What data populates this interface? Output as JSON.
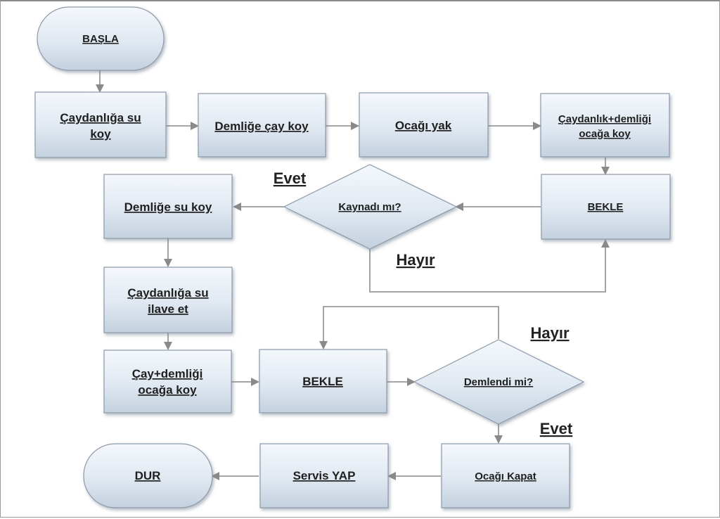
{
  "nodes": {
    "start": "BAŞLA",
    "kettle_water": [
      "Çaydanlığa su",
      "koy"
    ],
    "teapot_tea": "Demliğe çay koy",
    "light_stove": "Ocağı yak",
    "kettle_teapot_stove": [
      "Çaydanlık+demliği",
      "ocağa koy"
    ],
    "wait1": "BEKLE",
    "boiled_q": "Kaynadı mı?",
    "teapot_water": "Demliğe su koy",
    "add_water": [
      "Çaydanlığa su",
      "ilave et"
    ],
    "tea_teapot_stove": [
      "Çay+demliği",
      "ocağa koy"
    ],
    "wait2": "BEKLE",
    "brewed_q": "Demlendi mi?",
    "stove_off": "Ocağı Kapat",
    "serve": "Servis YAP",
    "end": "DUR"
  },
  "edge_labels": {
    "boiled_yes": "Evet",
    "boiled_no": "Hayır",
    "brewed_no": "Hayır",
    "brewed_yes": "Evet"
  },
  "colors": {
    "box_top": "#f4f8fc",
    "box_bottom": "#c6d3e1",
    "box_stroke": "#8c9aaa",
    "arrow": "#8a8a8a"
  }
}
